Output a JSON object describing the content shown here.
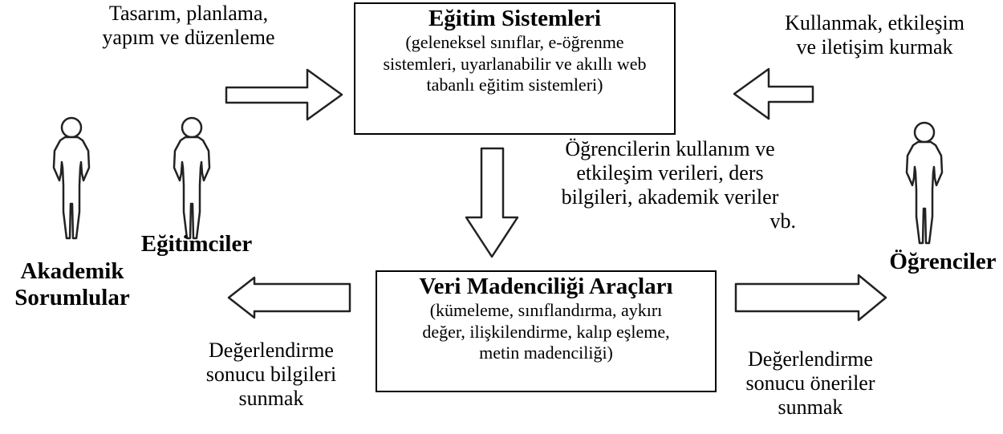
{
  "top_box": {
    "title": "Eğitim Sistemleri",
    "line1": "(geleneksel sınıflar, e-öğrenme",
    "line2": "sistemleri, uyarlanabilir ve akıllı web",
    "line3": "tabanlı eğitim sistemleri)"
  },
  "bottom_box": {
    "title": "Veri Madenciliği Araçları",
    "line1": "(kümeleme, sınıflandırma, aykırı",
    "line2": "değer, ilişkilendirme, kalıp eşleme,",
    "line3": "metin madenciliği)"
  },
  "labels": {
    "design": [
      "Tasarım, planlama,",
      "yapım ve düzenleme"
    ],
    "use": [
      "Kullanmak, etkileşim",
      "ve iletişim kurmak"
    ],
    "data": [
      "Öğrencilerin kullanım ve",
      "etkileşim verileri, ders",
      "bilgileri, akademik veriler",
      "vb."
    ],
    "eval_left": [
      "Değerlendirme",
      "sonucu bilgileri",
      "sunmak"
    ],
    "eval_right": [
      "Değerlendirme",
      "sonucu öneriler",
      "sunmak"
    ]
  },
  "actors": {
    "educators": "Eğitimciler",
    "academic": [
      "Akademik",
      "Sorumlular"
    ],
    "students": "Öğrenciler"
  },
  "icons": [
    "person-icon",
    "arrow-right-icon",
    "arrow-left-icon",
    "arrow-down-icon"
  ]
}
